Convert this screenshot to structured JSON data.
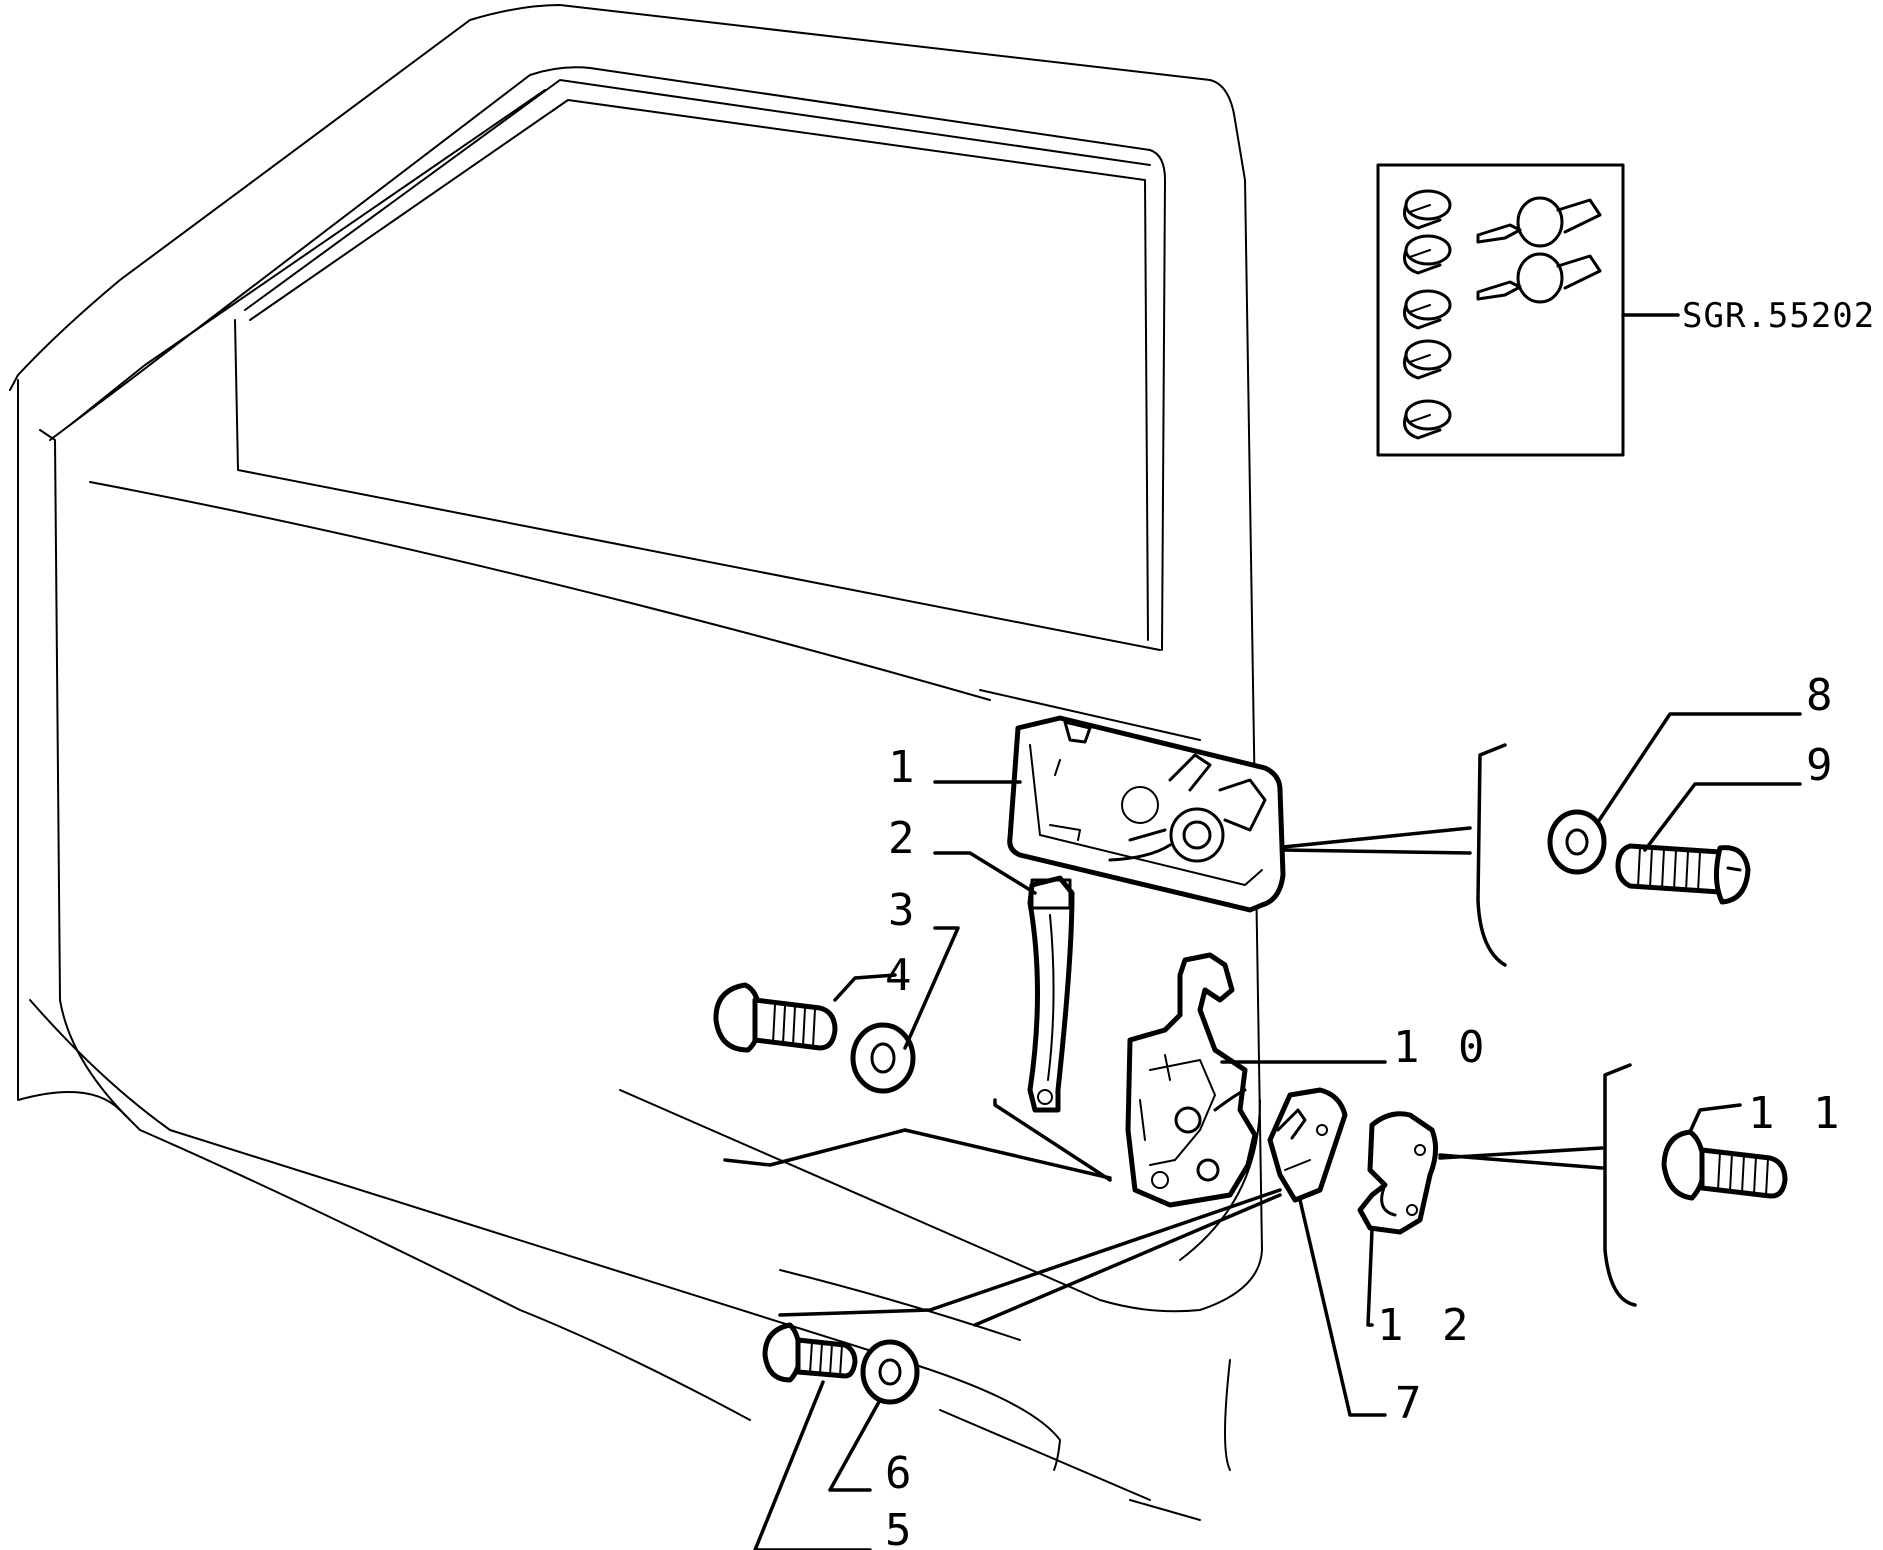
{
  "diagram": {
    "kit_reference": "SGR.55202",
    "callouts": [
      {
        "id": "1",
        "text": "1"
      },
      {
        "id": "2",
        "text": "2"
      },
      {
        "id": "3",
        "text": "3"
      },
      {
        "id": "4",
        "text": "4"
      },
      {
        "id": "5",
        "text": "5"
      },
      {
        "id": "6",
        "text": "6"
      },
      {
        "id": "7",
        "text": "7"
      },
      {
        "id": "8",
        "text": "8"
      },
      {
        "id": "9",
        "text": "9"
      },
      {
        "id": "10",
        "text": "1 0"
      },
      {
        "id": "11",
        "text": "1 1"
      },
      {
        "id": "12",
        "text": "1 2"
      }
    ]
  }
}
